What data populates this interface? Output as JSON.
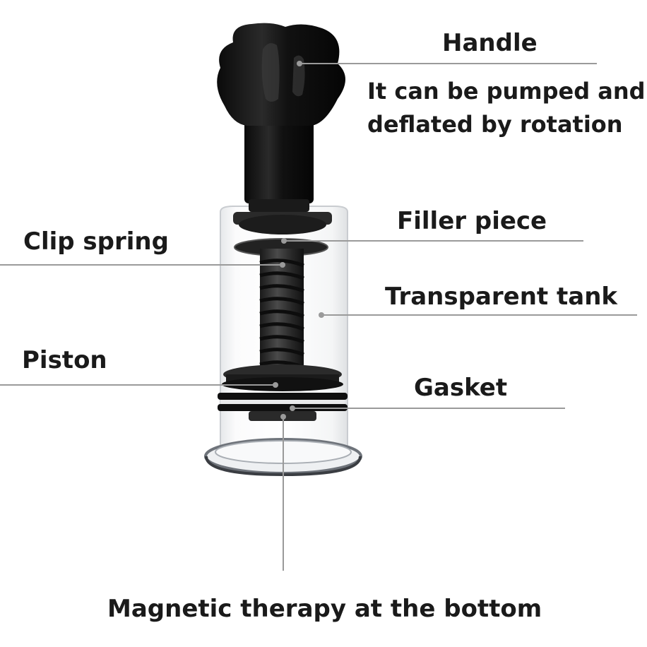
{
  "labels": {
    "handle": "Handle",
    "handle_desc_line1": "It can be pumped and",
    "handle_desc_line2": "deflated by rotation",
    "filler_piece": "Filler piece",
    "clip_spring": "Clip spring",
    "transparent_tank": "Transparent tank",
    "piston": "Piston",
    "gasket": "Gasket",
    "bottom": "Magnetic therapy at the bottom"
  },
  "colors": {
    "leader_line": "#9a9a9a",
    "device_black": "#141414",
    "text": "#1a1a1a"
  }
}
